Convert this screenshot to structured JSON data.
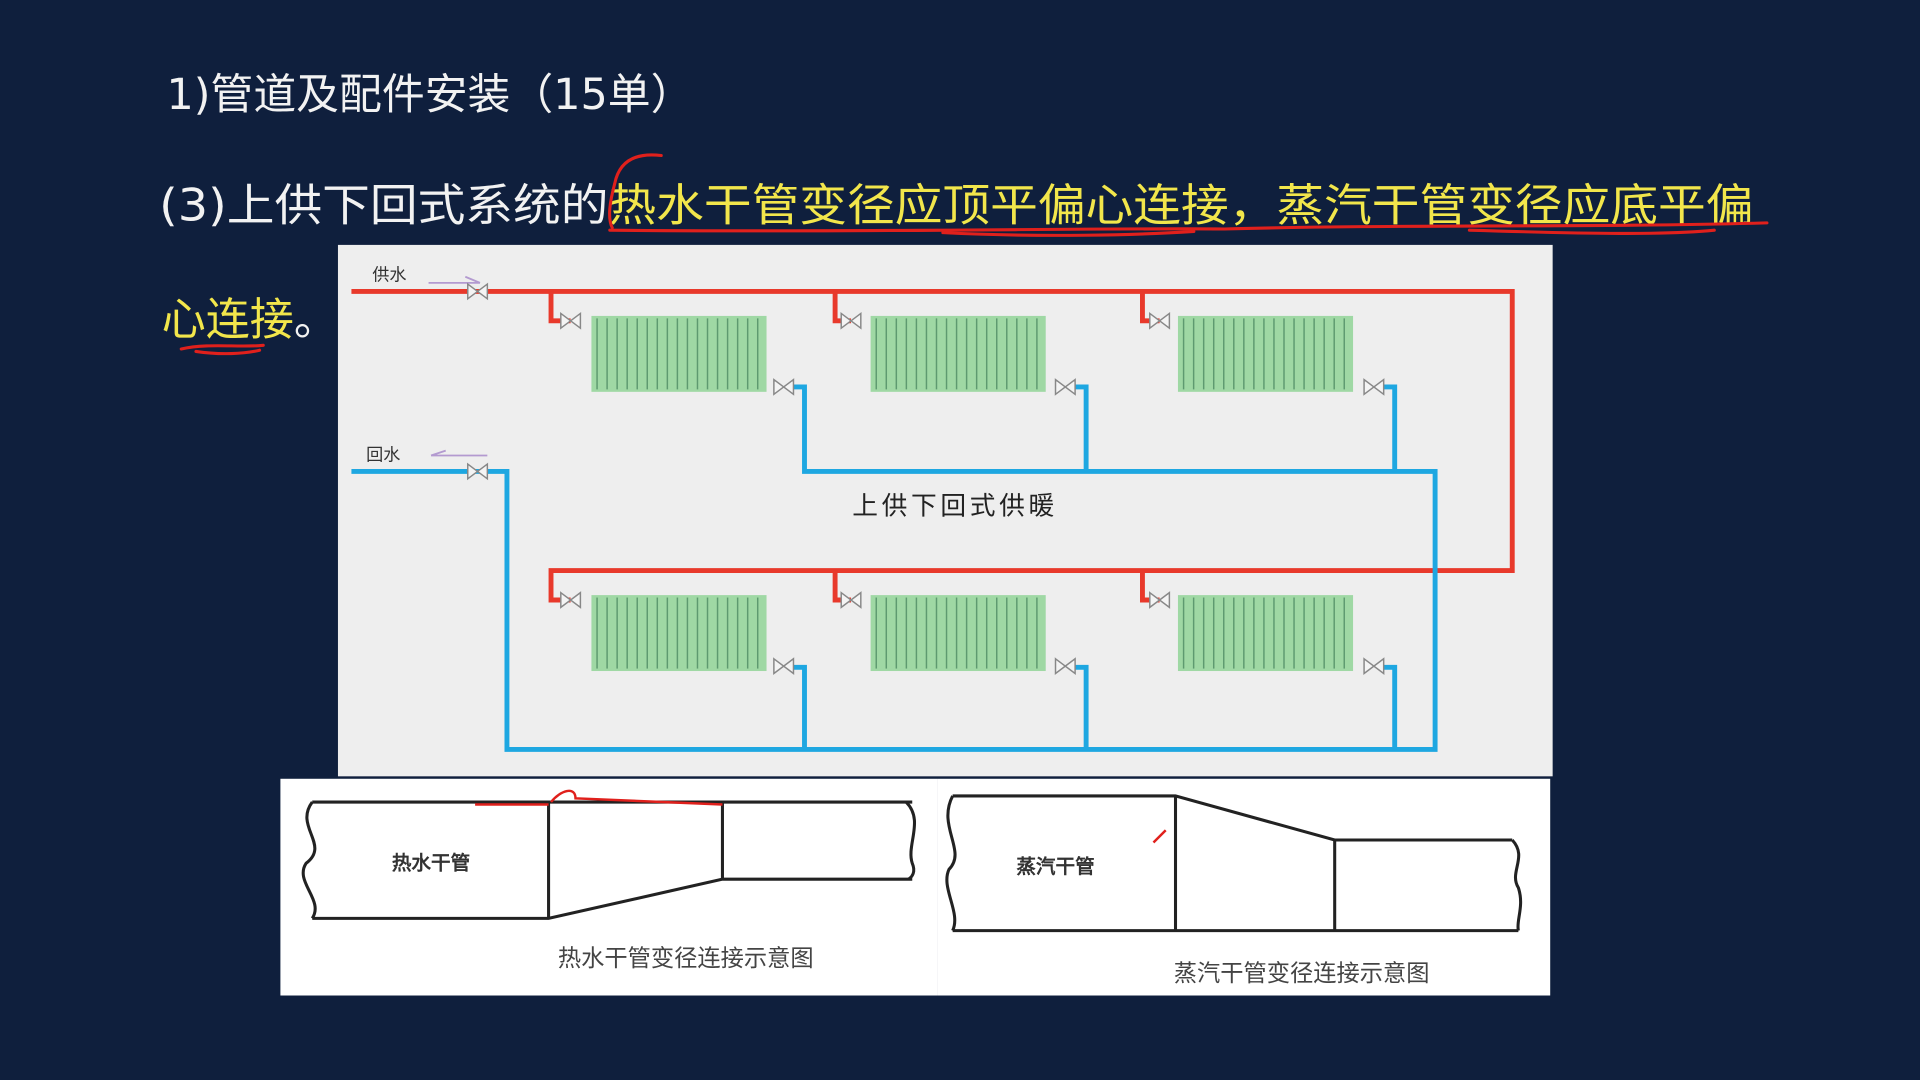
{
  "slide": {
    "heading": "1)管道及配件安装（15单）",
    "point_prefix": "(3)上供下回式系统的",
    "point_highlight_line1": "热水干管变径应顶平偏心连接，蒸汽干管变径应底平偏",
    "point_highlight_line2": "心连接",
    "point_end": "。"
  },
  "system_diagram": {
    "supply_label": "供水",
    "return_label": "回水",
    "caption": "上供下回式供暖"
  },
  "hot_water_diagram": {
    "pipe_label": "热水干管",
    "caption": "热水干管变径连接示意图"
  },
  "steam_diagram": {
    "pipe_label": "蒸汽干管",
    "caption": "蒸汽干管变径连接示意图"
  },
  "colors": {
    "background": "#0f1f3d",
    "highlight_text": "#f2e64b",
    "annotation_ink": "#e0201c",
    "supply_pipe": "#e8392b",
    "return_pipe": "#1ea7e1",
    "radiator": "#9fd8a4"
  }
}
